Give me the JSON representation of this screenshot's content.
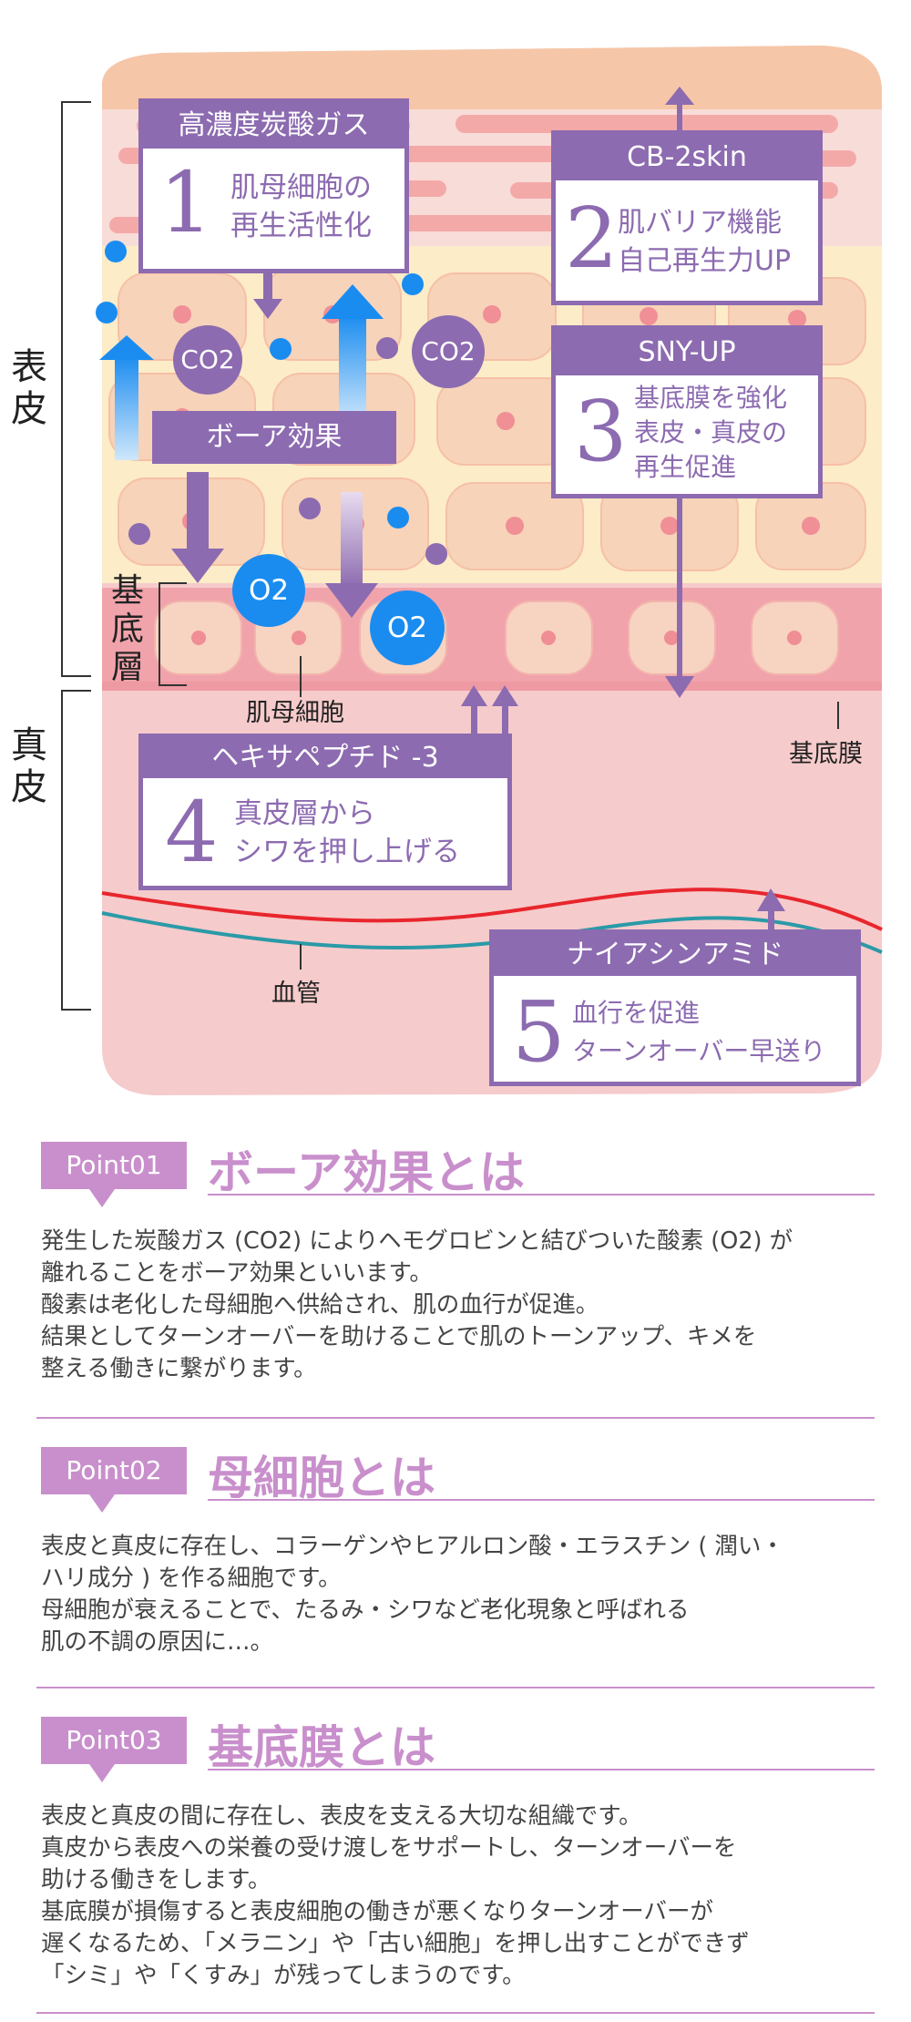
{
  "diagram": {
    "side_labels": {
      "epidermis": "表皮",
      "dermis": "真皮",
      "basal_layer": "基底層"
    },
    "labels": {
      "matrix_cell": "肌母細胞",
      "basement_membrane": "基底膜",
      "blood_vessel": "血管"
    },
    "bubbles": {
      "co2_a": "CO2",
      "co2_b": "CO2",
      "o2_a": "O2",
      "o2_b": "O2"
    },
    "effect_label": "ボーア効果",
    "boxes": [
      {
        "head": "高濃度炭酸ガス",
        "num": "1",
        "line1": "肌母細胞の",
        "line2": "再生活性化"
      },
      {
        "head": "CB-2skin",
        "num": "2",
        "line1": "肌バリア機能",
        "line2": "自己再生力UP"
      },
      {
        "head": "SNY-UP",
        "num": "3",
        "line1": "基底膜を強化",
        "line2": "表皮・真皮の",
        "line3": "再生促進"
      },
      {
        "head": "ヘキサペプチド -3",
        "num": "4",
        "line1": "真皮層から",
        "line2": "シワを押し上げる"
      },
      {
        "head": "ナイアシンアミド",
        "num": "5",
        "line1": "血行を促進",
        "line2": "ターンオーバー早送り"
      }
    ],
    "colors": {
      "purple": "#8c6bb0",
      "blue": "#1a8cf0",
      "pink_tag": "#c98fcc",
      "vessel_red": "#e8262d",
      "vessel_teal": "#2a9aa8"
    }
  },
  "points": [
    {
      "tag": "Point01",
      "title": "ボーア効果とは",
      "lines": [
        "発生した炭酸ガス (CO2) によりヘモグロビンと結びついた酸素 (O2) が",
        "離れることをボーア効果といいます。",
        "酸素は老化した母細胞へ供給され、肌の血行が促進。",
        "結果としてターンオーバーを助けることで肌のトーンアップ、キメを",
        "整える働きに繋がります。"
      ]
    },
    {
      "tag": "Point02",
      "title": "母細胞とは",
      "lines": [
        "表皮と真皮に存在し、コラーゲンやヒアルロン酸・エラスチン ( 潤い・",
        "ハリ成分 ) を作る細胞です。",
        "母細胞が衰えることで、たるみ・シワなど老化現象と呼ばれる",
        "肌の不調の原因に…。"
      ]
    },
    {
      "tag": "Point03",
      "title": "基底膜とは",
      "lines": [
        "表皮と真皮の間に存在し、表皮を支える大切な組織です。",
        "真皮から表皮への栄養の受け渡しをサポートし、ターンオーバーを",
        "助ける働きをします。",
        "基底膜が損傷すると表皮細胞の働きが悪くなりターンオーバーが",
        "遅くなるため、「メラニン」や「古い細胞」を押し出すことができず",
        "「シミ」や「くすみ」が残ってしまうのです。"
      ]
    }
  ]
}
